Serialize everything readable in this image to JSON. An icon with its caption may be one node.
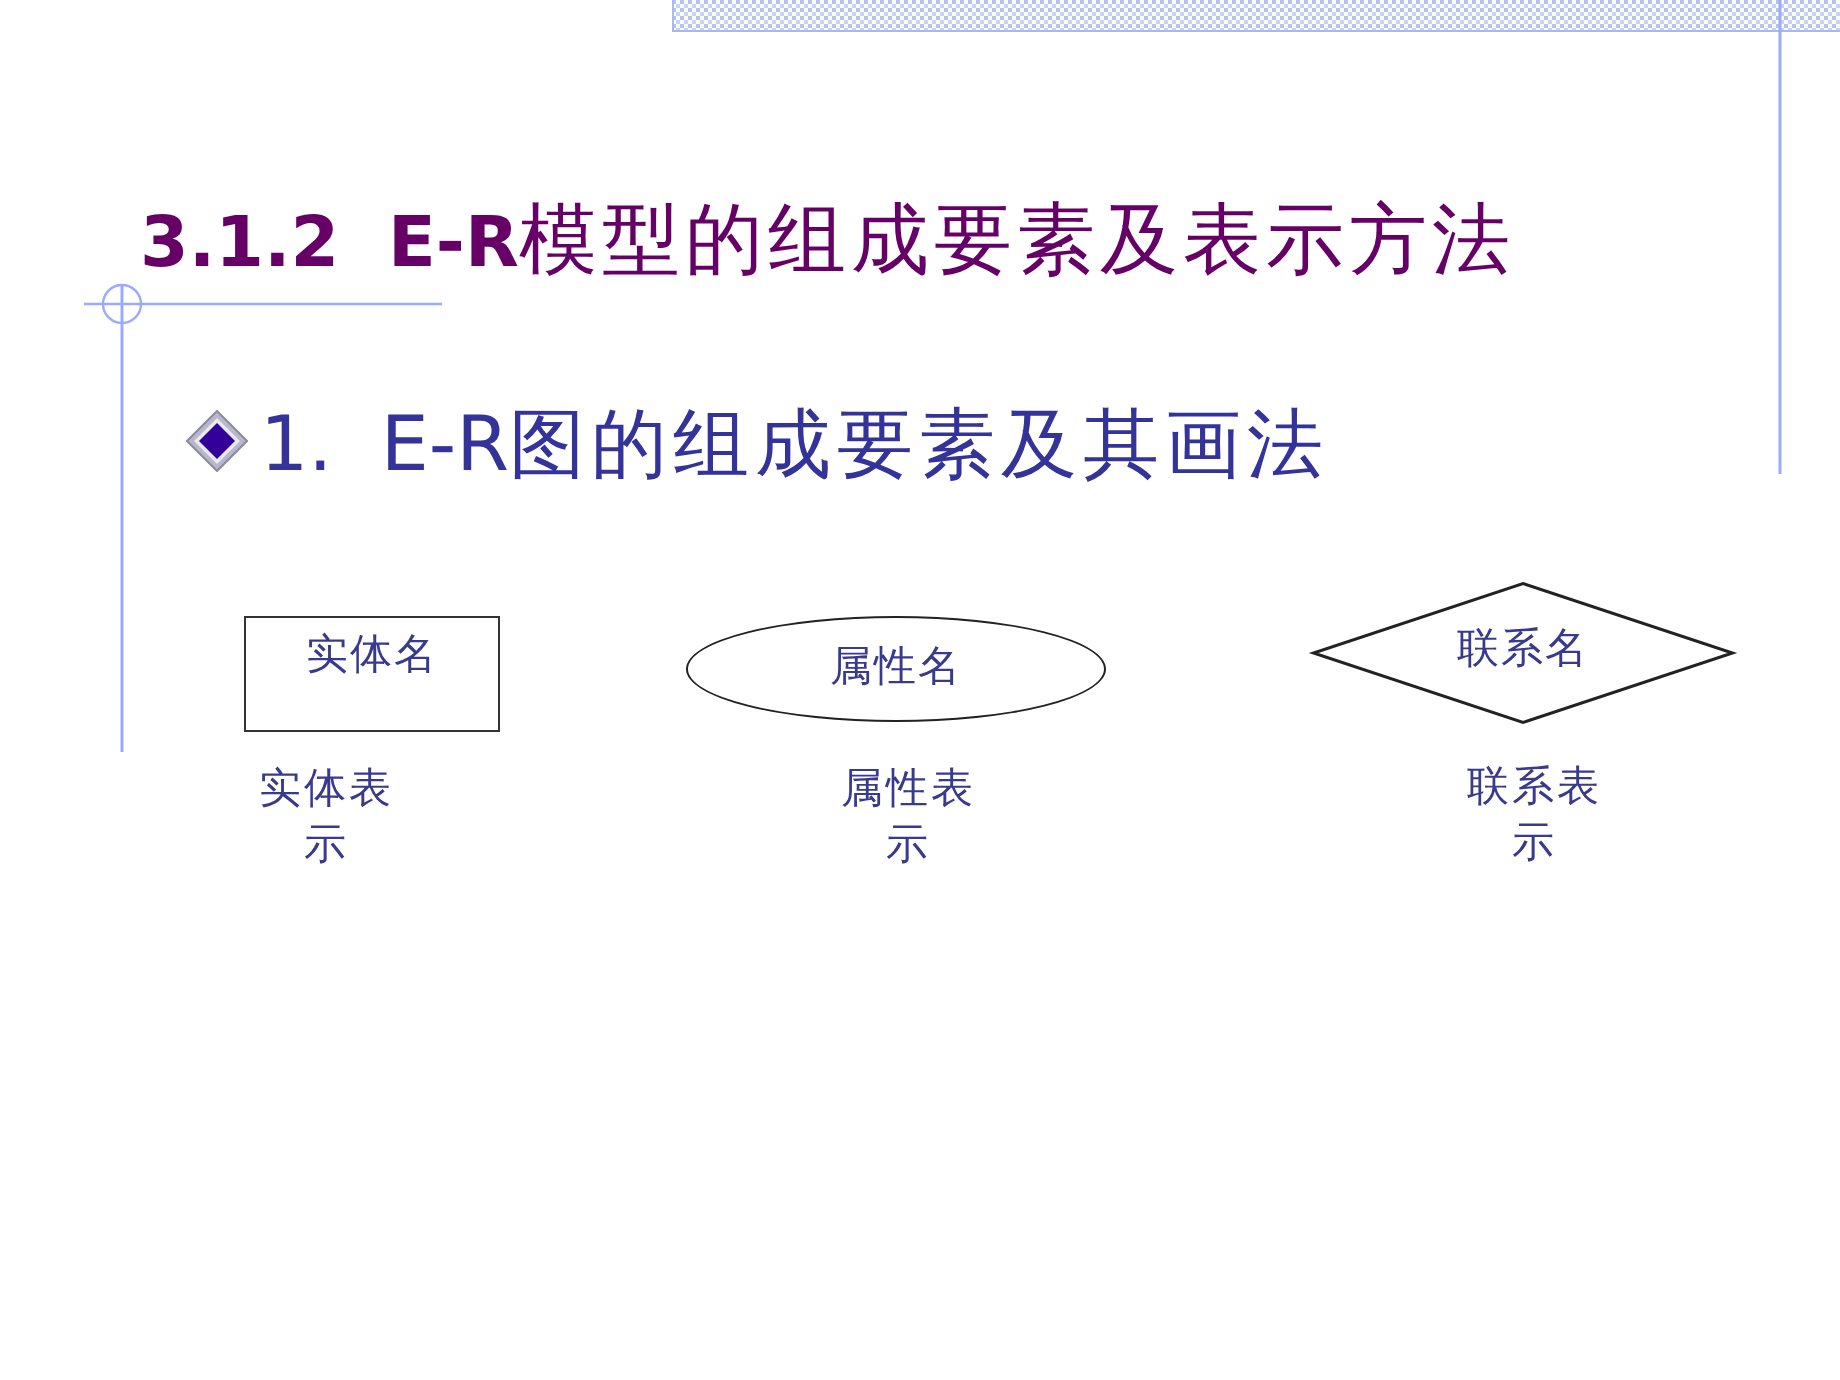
{
  "diagram": {
    "title": "**3.1.2  E-R**模型的组成要素及表示方法",
    "nodes": [
      {
        "text": [
          "实体名"
        ],
        "beside": [
          "实体表示"
        ]
      },
      {
        "text": [
          "属性名"
        ],
        "beside": [
          "属性表示"
        ]
      },
      {
        "text": [
          "联系名"
        ],
        "beside": [
          "联系表示"
        ]
      }
    ],
    "labels": [
      "1.  E-R图的组成要素及其画法"
    ]
  }
}
